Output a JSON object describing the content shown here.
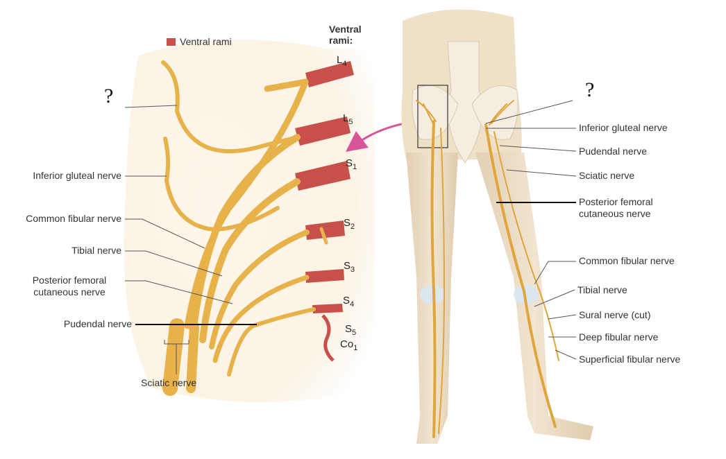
{
  "legend": {
    "label": "Ventral rami",
    "swatch_color": "#c8504a"
  },
  "ventral_rami_heading": {
    "line1": "Ventral",
    "line2": "rami:"
  },
  "roots": [
    {
      "main": "L",
      "sub": "4"
    },
    {
      "main": "L",
      "sub": "5"
    },
    {
      "main": "S",
      "sub": "1"
    },
    {
      "main": "S",
      "sub": "2"
    },
    {
      "main": "S",
      "sub": "3"
    },
    {
      "main": "S",
      "sub": "4"
    },
    {
      "main": "S",
      "sub": "5"
    },
    {
      "main": "Co",
      "sub": "1"
    }
  ],
  "question_marks": [
    "?",
    "?"
  ],
  "left_labels": {
    "inferior_gluteal": "Inferior gluteal nerve",
    "common_fibular": "Common fibular nerve",
    "tibial": "Tibial nerve",
    "posterior_femoral_1": "Posterior femoral",
    "posterior_femoral_2": "cutaneous nerve",
    "pudendal": "Pudendal nerve",
    "sciatic": "Sciatic nerve"
  },
  "right_labels": {
    "inferior_gluteal": "Inferior gluteal nerve",
    "pudendal": "Pudendal nerve",
    "sciatic": "Sciatic nerve",
    "posterior_femoral_1": "Posterior femoral",
    "posterior_femoral_2": "cutaneous nerve",
    "common_fibular": "Common fibular nerve",
    "tibial": "Tibial nerve",
    "sural": "Sural nerve (cut)",
    "deep_fibular": "Deep fibular nerve",
    "superficial_fibular": "Superficial fibular nerve"
  },
  "colors": {
    "nerve": "#e8b24a",
    "nerve_dark": "#c98e2a",
    "ramus": "#c8504a",
    "skin": "#ecdcc4",
    "bone": "#f2ecde",
    "arrow": "#d9559a",
    "panel_bg": "#fbf3e4"
  }
}
